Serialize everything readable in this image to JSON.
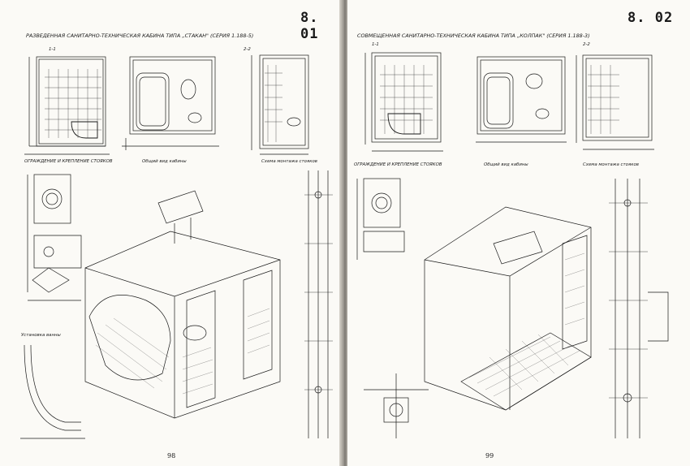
{
  "left_page": {
    "sheet": "8. 01",
    "title": "РАЗВЕДЕННАЯ САНИТАРНО-ТЕХНИЧЕСКАЯ КАБИНА ТИПА „СТАКАН\" (СЕРИЯ 1.188-5)",
    "section_1_1": "1-1",
    "section_2_2": "2-2",
    "heading_fastening": "ОГРАЖДЕНИЕ И КРЕПЛЕНИЕ СТОЯКОВ",
    "heading_general_view": "Общий вид кабины",
    "heading_scheme": "Схема монтажа стояков",
    "heading_bath_supply": "Установка ванны",
    "page_number": "98"
  },
  "right_page": {
    "sheet": "8. 02",
    "title": "СОВМЕЩЕННАЯ САНИТАРНО-ТЕХНИЧЕСКАЯ КАБИНА ТИПА „КОЛПАК\" (СЕРИЯ 1.188-3)",
    "section_1_1": "1-1",
    "section_2_2": "2-2",
    "heading_fastening": "ОГРАЖДЕНИЕ И КРЕПЛЕНИЕ СТОЯКОВ",
    "heading_general_view": "Общий вид кабины",
    "heading_scheme": "Схема монтажа стояков",
    "page_number": "99"
  },
  "colors": {
    "ink": "#1a1a1a",
    "paper": "#fbfaf6",
    "tile": "#9a9a9a"
  }
}
